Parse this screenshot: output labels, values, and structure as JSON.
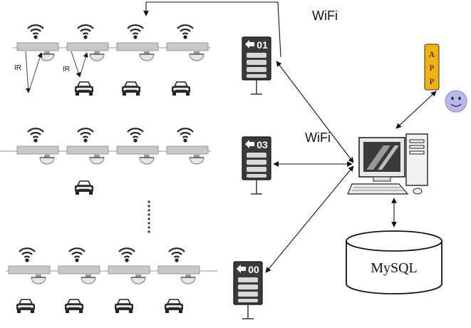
{
  "labels": {
    "wifi_top": "WiFi",
    "wifi_mid": "WiFi",
    "ir_left": "IR",
    "ir_right": "IR",
    "app_letters": [
      "A",
      "P",
      "P"
    ],
    "database": "MySQL"
  },
  "signs": [
    {
      "number": "01"
    },
    {
      "number": "03"
    },
    {
      "number": "00"
    }
  ],
  "icons": {
    "wifi": "wifi-icon",
    "camera": "camera-dome-icon",
    "car": "car-icon",
    "computer": "desktop-computer-icon",
    "smiley": "smiley-face-icon",
    "database": "database-cylinder-icon"
  },
  "colors": {
    "app_fill": "#f3b10e",
    "smiley_fill": "#b9b9ee",
    "rail": "#c8c8c8",
    "sign": "#3a3a3a",
    "line": "#111111"
  }
}
